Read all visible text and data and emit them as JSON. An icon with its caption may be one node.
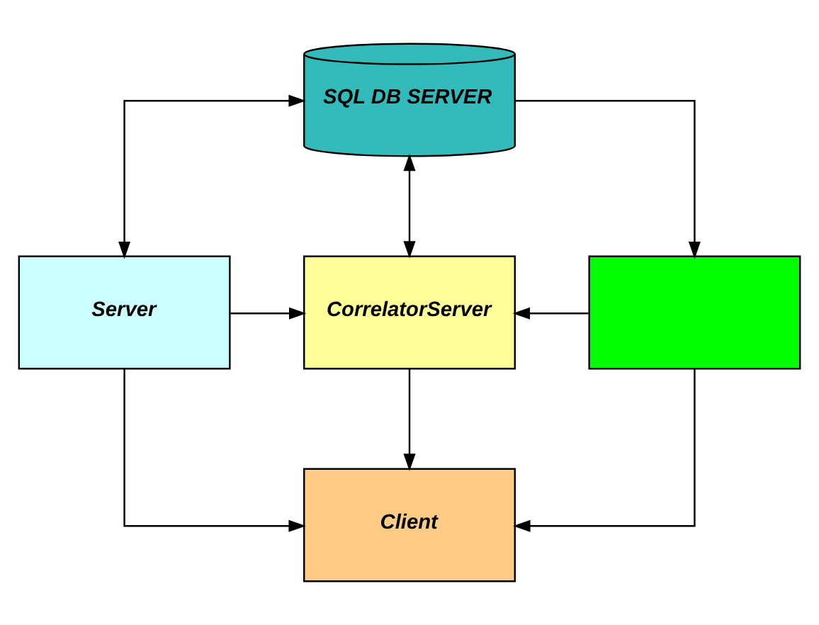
{
  "diagram": {
    "nodes": [
      {
        "text": [
          "SQL DB SERVER"
        ]
      },
      {
        "text": [
          "Server"
        ]
      },
      {
        "text": [
          "CorrelatorServer"
        ]
      },
      {
        "text": [],
        "shape": "box"
      },
      {
        "text": [
          "Client"
        ]
      }
    ],
    "edges": [
      {
        "from": 0,
        "to": 1,
        "arrow": "both"
      },
      {
        "from": 0,
        "to": 2,
        "arrow": "both"
      },
      {
        "from": 0,
        "to": 3,
        "arrow": "to"
      },
      {
        "from": 1,
        "to": 2,
        "arrow": "to"
      },
      {
        "from": 3,
        "to": 2,
        "arrow": "to"
      },
      {
        "from": 1,
        "to": 4,
        "arrow": "to"
      },
      {
        "from": 2,
        "to": 4,
        "arrow": "to"
      },
      {
        "from": 3,
        "to": 4,
        "arrow": "to"
      }
    ]
  }
}
